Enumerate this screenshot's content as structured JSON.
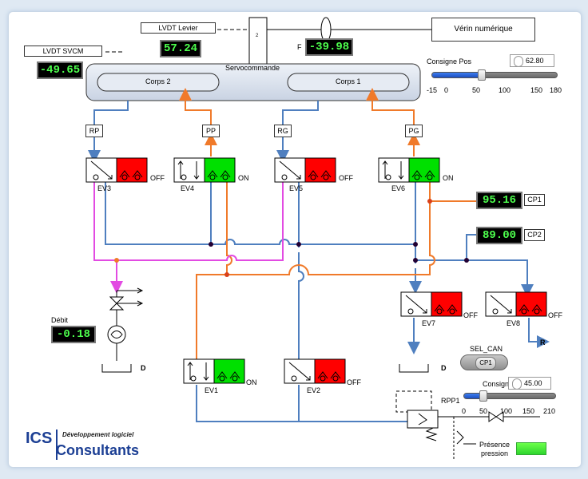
{
  "top": {
    "lvdt_levier_label": "LVDT Levier",
    "lvdt_levier_value": "57.24",
    "lvdt_svcm_label": "LVDT SVCM",
    "lvdt_svcm_value": "-49.65",
    "force_label": "F",
    "force_value": "-39.98",
    "verin_label": "Vérin numérique",
    "small_mark": "2"
  },
  "servo": {
    "title": "Servocommande",
    "corps2": "Corps  2",
    "corps1": "Corps  1"
  },
  "ports": [
    "RP",
    "PP",
    "RG",
    "PG"
  ],
  "valves": {
    "ev3": {
      "label": "EV3",
      "state": "OFF"
    },
    "ev4": {
      "label": "EV4",
      "state": "ON"
    },
    "ev5": {
      "label": "EV5",
      "state": "OFF"
    },
    "ev6": {
      "label": "EV6",
      "state": "ON"
    },
    "ev7": {
      "label": "EV7",
      "state": "OFF"
    },
    "ev8": {
      "label": "EV8",
      "state": "OFF"
    },
    "ev1": {
      "label": "EV1",
      "state": "ON"
    },
    "ev2": {
      "label": "EV2",
      "state": "OFF"
    }
  },
  "consigne_pos": {
    "label": "Consigne Pos",
    "value": "62.80",
    "level": 62.8,
    "min": -15,
    "max": 180,
    "ticks": [
      "-15",
      "0",
      "50",
      "100",
      "150",
      "180"
    ]
  },
  "cp1": {
    "label": "CP1",
    "value": "95.16"
  },
  "cp2": {
    "label": "CP2",
    "value": "89.00"
  },
  "debit": {
    "label": "Débit",
    "value": "-0.18"
  },
  "drain_label": "D",
  "r_label": "R",
  "sel_can": {
    "label": "SEL_CAN",
    "button": "CP1"
  },
  "consigne_p": {
    "label": "Consigne P",
    "value": "45.00",
    "level": 45,
    "min": 0,
    "max": 210,
    "ticks": [
      "0",
      "50",
      "100",
      "150",
      "210"
    ]
  },
  "rpp1_label": "RPP1",
  "presence": {
    "line1": "Présence",
    "line2": "pression"
  },
  "brand": {
    "ics": "ICS",
    "tagline": "Développement logiciel",
    "name": "Consultants"
  },
  "colors": {
    "blue": "#4f7fbf",
    "orange": "#f07a2a",
    "magenta": "#e24be2",
    "red": "#ff0000",
    "green": "#00e000"
  }
}
